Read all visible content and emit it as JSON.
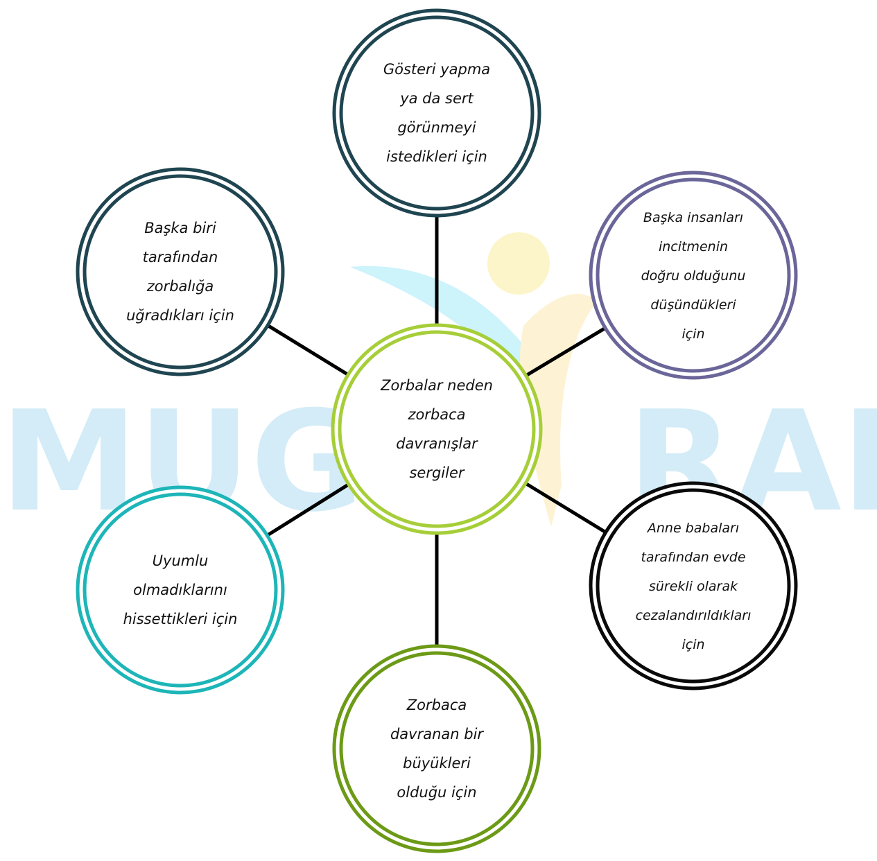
{
  "watermark": {
    "left_text": "MUGL",
    "right_text": "RAM",
    "text_color": "#d3ecf7",
    "figure_head_color": "#fcf5c9",
    "figure_body_color": "#fdf3d4",
    "figure_swoosh_color": "#cdf3fb"
  },
  "center": {
    "lines": [
      "Zorbalar neden",
      "zorbaca",
      "davranışlar",
      "sergiler"
    ],
    "color": "#a6ce39"
  },
  "nodes": [
    {
      "id": "top",
      "lines": [
        "Gösteri yapma",
        "ya da sert",
        "görünmeyi",
        "istedikleri için"
      ],
      "color": "#1f4551"
    },
    {
      "id": "upper-right",
      "lines": [
        "Başka insanları",
        "incitmenin",
        "doğru olduğunu",
        "düşündükleri",
        "için"
      ],
      "color": "#6a6699"
    },
    {
      "id": "lower-right",
      "lines": [
        "Anne babaları",
        "tarafından evde",
        "sürekli olarak",
        "cezalandırıldıkları",
        "için"
      ],
      "color": "#0a0a0a"
    },
    {
      "id": "bottom",
      "lines": [
        "Zorbaca",
        "davranan bir",
        "büyükleri",
        "olduğu için"
      ],
      "color": "#6c9a16"
    },
    {
      "id": "lower-left",
      "lines": [
        "Uyumlu",
        "olmadıklarını",
        "hissettikleri için"
      ],
      "color": "#1db5b8"
    },
    {
      "id": "upper-left",
      "lines": [
        "Başka biri",
        "tarafından",
        "zorbalığa",
        "uğradıkları için"
      ],
      "color": "#1f4551"
    }
  ],
  "connector_color": "#000000"
}
